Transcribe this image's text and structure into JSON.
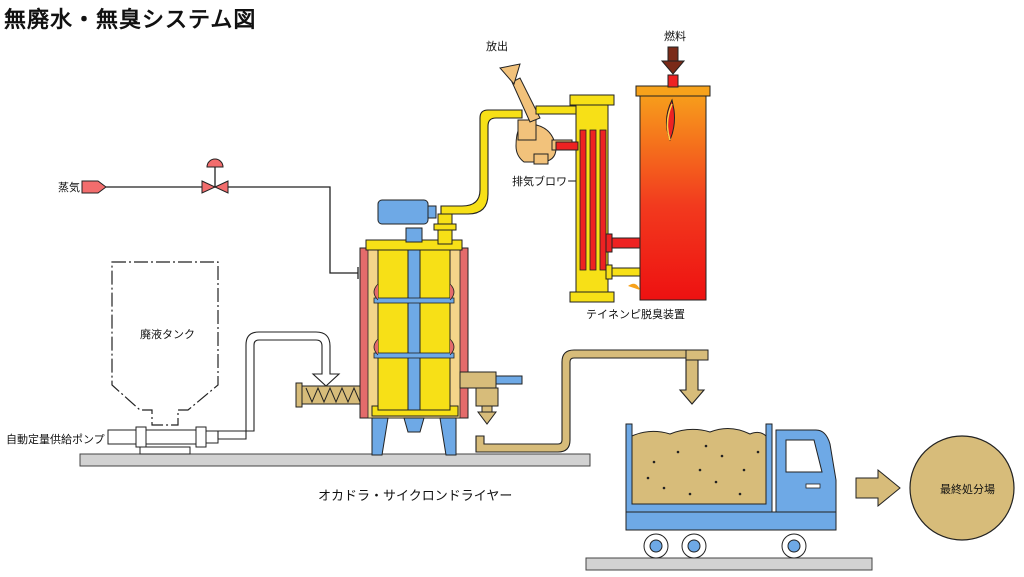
{
  "title": "無廃水・無臭システム図",
  "labels": {
    "steam": "蒸気",
    "exhaust_out": "放出",
    "fuel": "燃料",
    "exhaust_blower": "排気ブロワー",
    "deodorizer": "テイネンピ脱臭装置",
    "waste_tank": "廃液タンク",
    "feed_pump": "自動定量供給ポンプ",
    "dryer": "オカドラ・サイクロンドライヤー",
    "final_disposal": "最終処分場"
  },
  "colors": {
    "steam": "#f26d6d",
    "exhaust_pipe": "#f7e017",
    "blower": "#f2c27b",
    "hot_gas": "#ee2222",
    "flame_top": "#f7a21b",
    "sludge": "#d7bc7a",
    "truck": "#6ea9e6",
    "ground": "#cfcfcf",
    "fuel_arrow": "#7a2a18"
  }
}
